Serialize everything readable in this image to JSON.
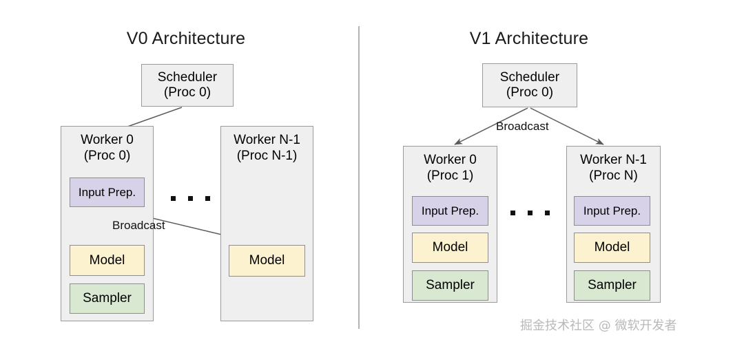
{
  "diagram": {
    "panels": [
      {
        "id": "v0",
        "title": "V0 Architecture",
        "scheduler": {
          "line1": "Scheduler",
          "line2": "(Proc 0)"
        },
        "edge_labels": {
          "broadcast": "Broadcast"
        },
        "ellipsis": "...",
        "workers": [
          {
            "id": "v0-worker-0",
            "line1": "Worker 0",
            "line2": "(Proc 0)",
            "components": [
              {
                "name": "input-prep",
                "label": "Input Prep.",
                "color": "#d7d2e8"
              },
              {
                "name": "model",
                "label": "Model",
                "color": "#fdf2cf"
              },
              {
                "name": "sampler",
                "label": "Sampler",
                "color": "#d9e8d1"
              }
            ]
          },
          {
            "id": "v0-worker-n",
            "line1": "Worker N-1",
            "line2": "(Proc N-1)",
            "components": [
              {
                "name": "model",
                "label": "Model",
                "color": "#fdf2cf"
              }
            ]
          }
        ]
      },
      {
        "id": "v1",
        "title": "V1 Architecture",
        "scheduler": {
          "line1": "Scheduler",
          "line2": "(Proc 0)"
        },
        "edge_labels": {
          "broadcast": "Broadcast"
        },
        "ellipsis": "...",
        "workers": [
          {
            "id": "v1-worker-0",
            "line1": "Worker 0",
            "line2": "(Proc 1)",
            "components": [
              {
                "name": "input-prep",
                "label": "Input Prep.",
                "color": "#d7d2e8"
              },
              {
                "name": "model",
                "label": "Model",
                "color": "#fdf2cf"
              },
              {
                "name": "sampler",
                "label": "Sampler",
                "color": "#d9e8d1"
              }
            ]
          },
          {
            "id": "v1-worker-n",
            "line1": "Worker N-1",
            "line2": "(Proc N)",
            "components": [
              {
                "name": "input-prep",
                "label": "Input Prep.",
                "color": "#d7d2e8"
              },
              {
                "name": "model",
                "label": "Model",
                "color": "#fdf2cf"
              },
              {
                "name": "sampler",
                "label": "Sampler",
                "color": "#d9e8d1"
              }
            ]
          }
        ]
      }
    ],
    "watermark": "掘金技术社区 @ 微软开发者",
    "colors": {
      "box_grey_fill": "#efefef",
      "box_grey_border": "#9a9a9a",
      "input_prep": "#d7d2e8",
      "model": "#fdf2cf",
      "sampler": "#d9e8d1",
      "arrow": "#5a5a5a",
      "divider": "#b3b3b3",
      "watermark": "#b9b9b9",
      "background": "#ffffff"
    }
  }
}
